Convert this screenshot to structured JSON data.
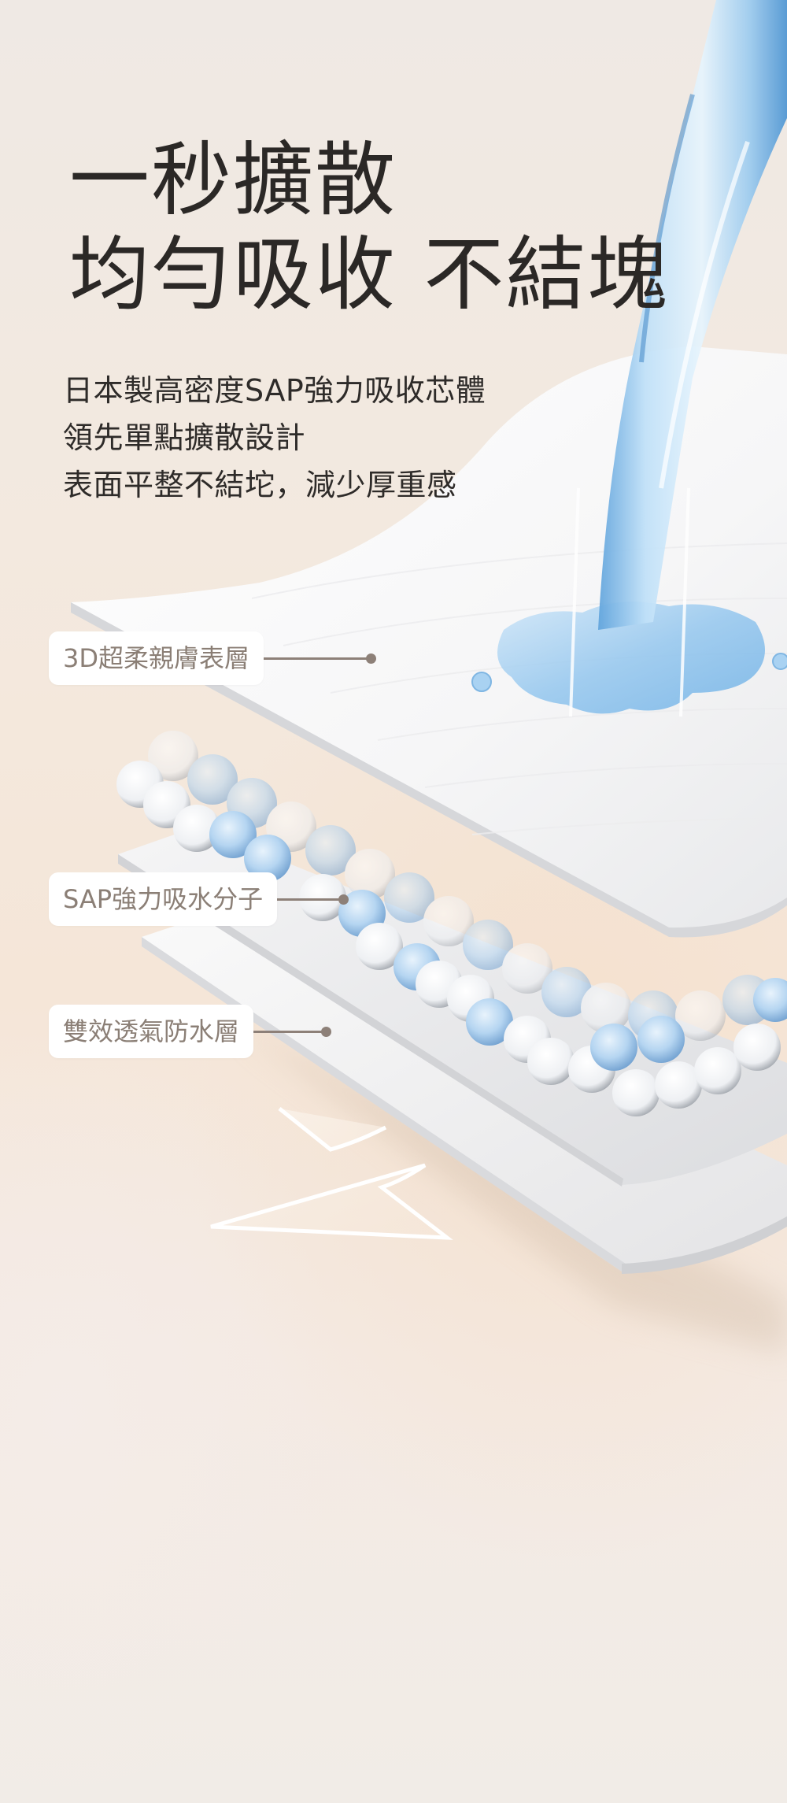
{
  "headline": {
    "line1": "一秒擴散",
    "line2": "均勻吸收 不結塊"
  },
  "subcopy": {
    "lines": [
      "日本製高密度SAP強力吸收芯體",
      "領先單點擴散設計",
      "表面平整不結坨，減少厚重感"
    ]
  },
  "callouts": [
    {
      "label": "3D超柔親膚表層",
      "layer": "top-sheet"
    },
    {
      "label": "SAP強力吸水分子",
      "layer": "sap-core"
    },
    {
      "label": "雙效透氣防水層",
      "layer": "back-sheet"
    }
  ],
  "colors": {
    "background": "#f3e9df",
    "headline_text": "#2b2826",
    "callout_text": "#8b7f76",
    "callout_line": "#8d8078",
    "water_blue": "#8cc3ea",
    "sap_blue": "#a9cdee"
  },
  "icons": {
    "arrow": "down-left-arrow-outline-icon",
    "water": "water-stream-icon"
  }
}
